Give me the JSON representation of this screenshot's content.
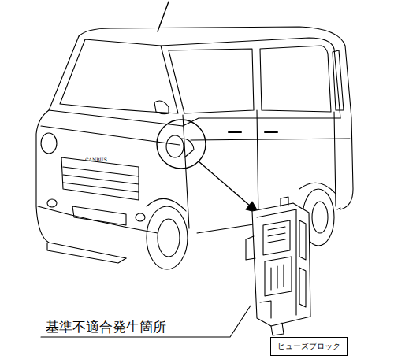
{
  "diagram": {
    "nodes": [
      {
        "text": [
          "ヒューズブロック"
        ]
      }
    ],
    "labels": [
      "基準不適合発生箇所",
      "CANBUS"
    ]
  }
}
